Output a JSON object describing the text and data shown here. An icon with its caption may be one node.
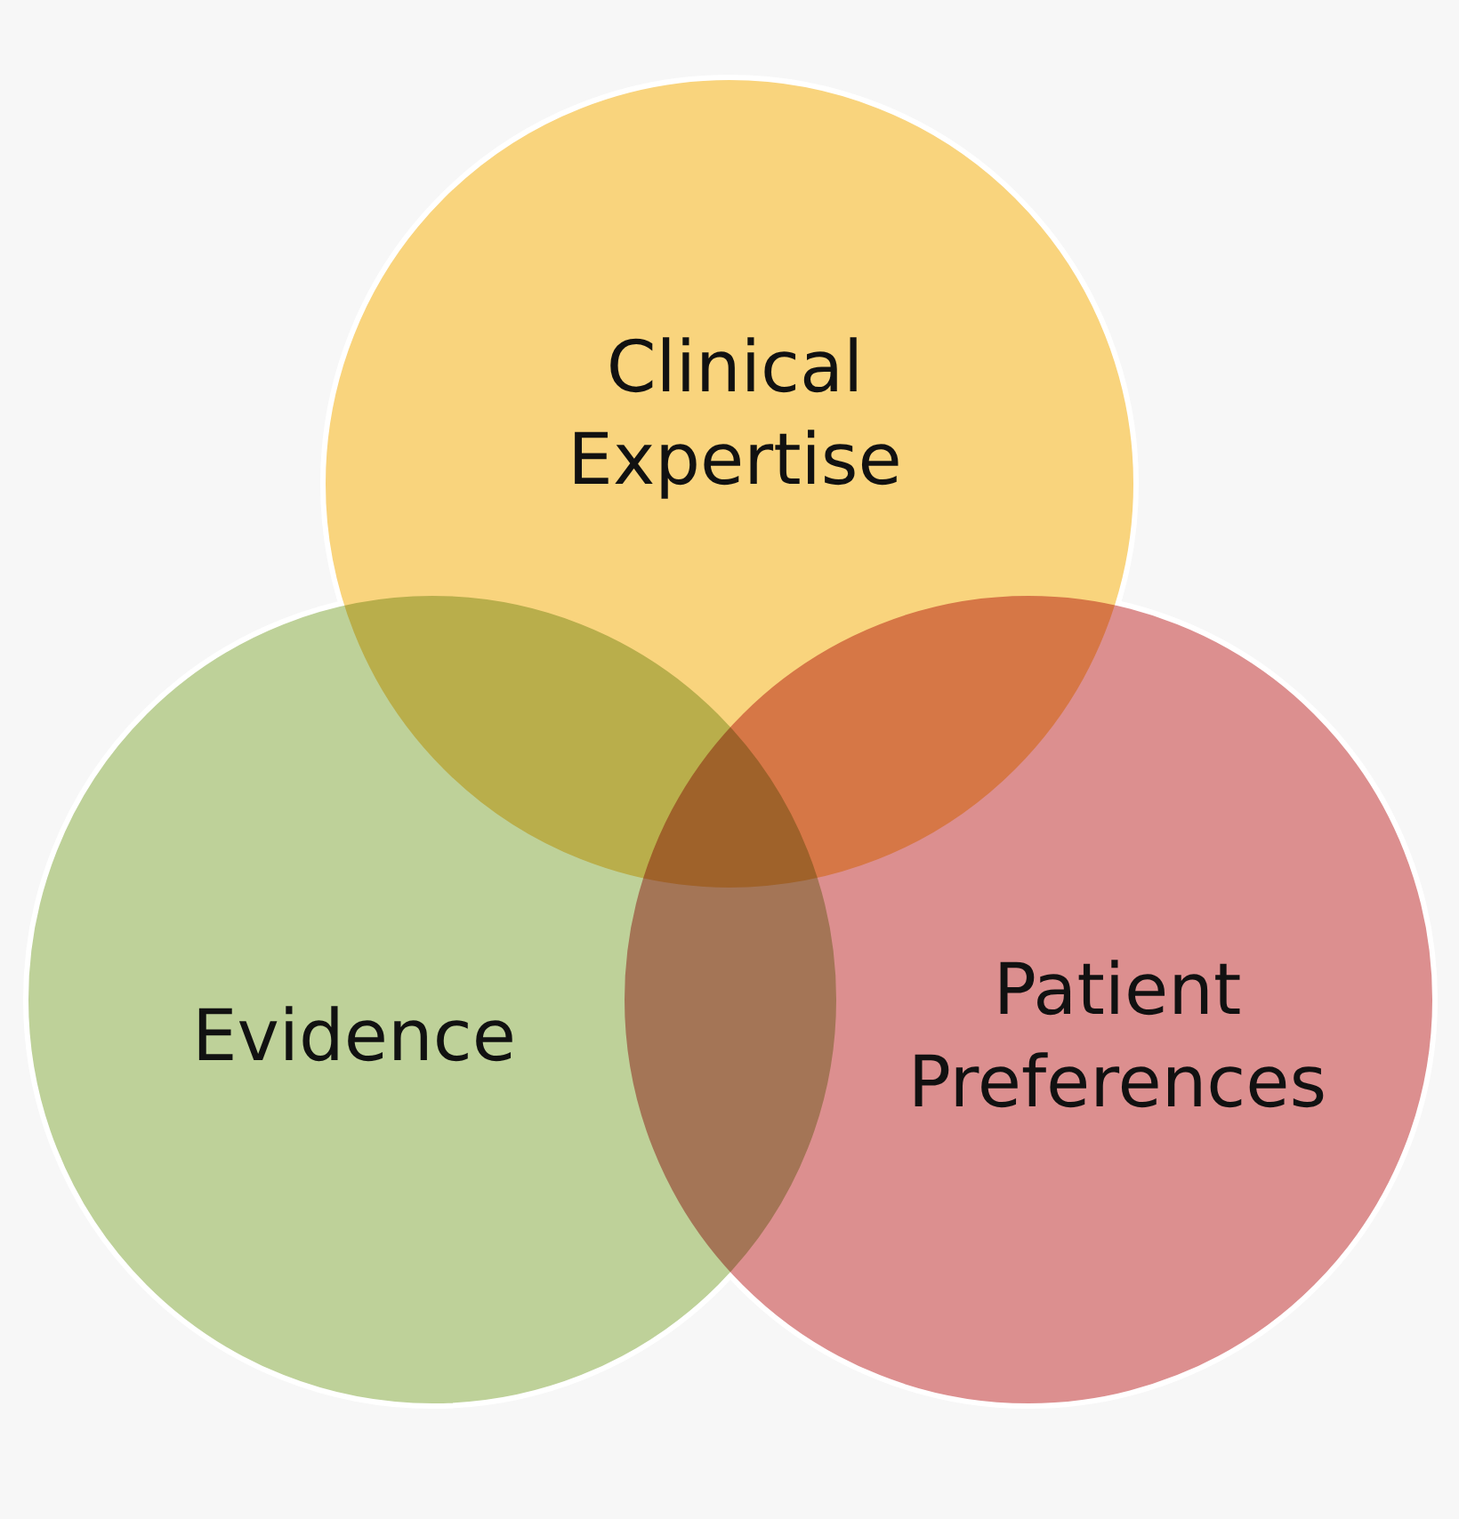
{
  "diagram": {
    "nodes": [
      {
        "text": [
          "Clinical Expertise"
        ]
      },
      {
        "text": [
          "Evidence"
        ]
      },
      {
        "text": [
          "Patient Preferences"
        ]
      }
    ]
  }
}
